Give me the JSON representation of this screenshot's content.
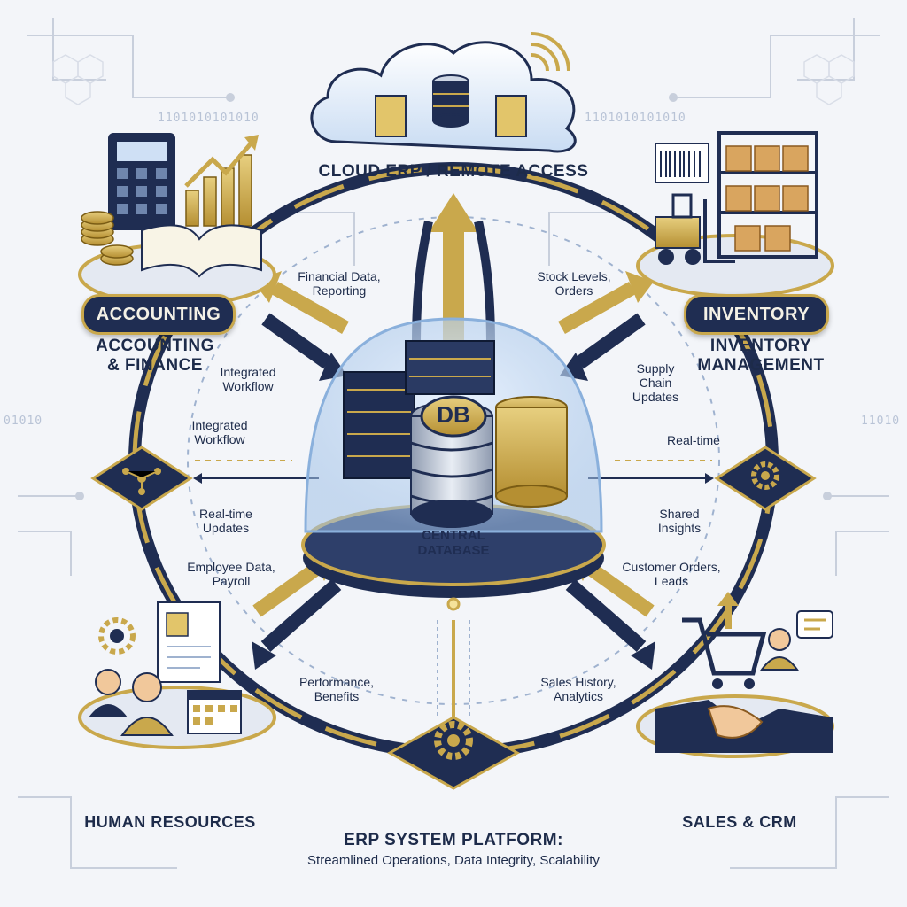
{
  "cloud": {
    "label": "CLOUD ERP / REMOTE ACCESS"
  },
  "central": {
    "db_badge": "DB",
    "label_line1": "CENTRAL",
    "label_line2": "DATABASE"
  },
  "accounting": {
    "pill": "ACCOUNTING",
    "line1": "ACCOUNTING",
    "line2": "& FINANCE"
  },
  "inventory": {
    "pill": "INVENTORY",
    "line1": "INVENTORY",
    "line2": "MANAGEMENT"
  },
  "hr": {
    "label": "HUMAN RESOURCES"
  },
  "sales": {
    "label": "SALES & CRM"
  },
  "platform": {
    "title": "ERP SYSTEM PLATFORM:",
    "subtitle": "Streamlined Operations, Data Integrity, Scalability"
  },
  "binary": {
    "left": "1101010101010",
    "right": "1101010101010",
    "far_left": "01010",
    "far_right": "11010"
  },
  "flows": {
    "financial": [
      "Financial Data,",
      "Reporting"
    ],
    "stock": [
      "Stock Levels,",
      "Orders"
    ],
    "integrated_a": [
      "Integrated",
      "Workflow"
    ],
    "integrated_b": [
      "Integrated",
      "Workflow"
    ],
    "supply": [
      "Supply",
      "Chain",
      "Updates"
    ],
    "realtime_right": [
      "Real-time"
    ],
    "realtime_updates": [
      "Real-time",
      "Updates"
    ],
    "shared": [
      "Shared",
      "Insights"
    ],
    "employee": [
      "Employee Data,",
      "Payroll"
    ],
    "customer": [
      "Customer Orders,",
      "Leads"
    ],
    "performance": [
      "Performance,",
      "Benefits"
    ],
    "sales_history": [
      "Sales History,",
      "Analytics"
    ]
  },
  "colors": {
    "navy": "#1f2d52",
    "gold": "#c9a84c",
    "background": "#f3f5f9",
    "blue": "#2f5a9a"
  }
}
